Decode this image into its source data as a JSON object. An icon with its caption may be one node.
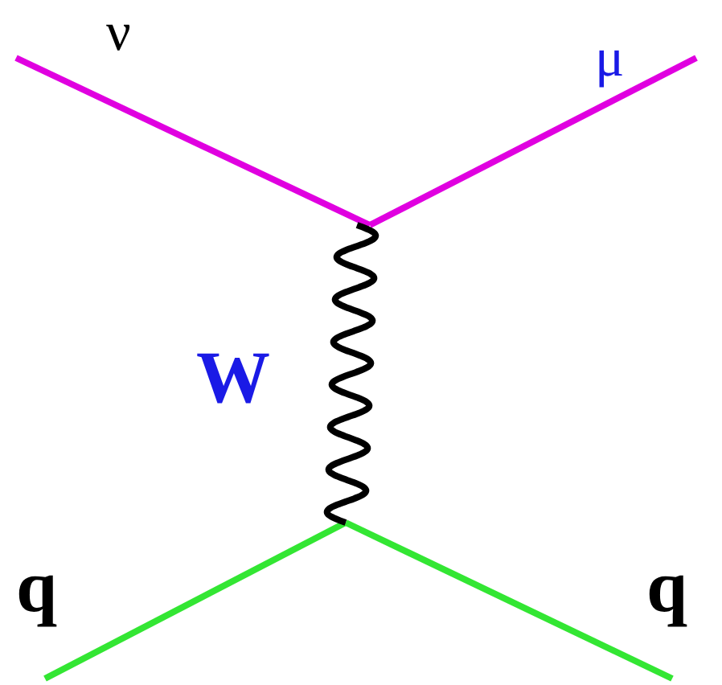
{
  "diagram": {
    "labels": [
      "ν",
      "μ",
      "W",
      "q",
      "q"
    ]
  }
}
